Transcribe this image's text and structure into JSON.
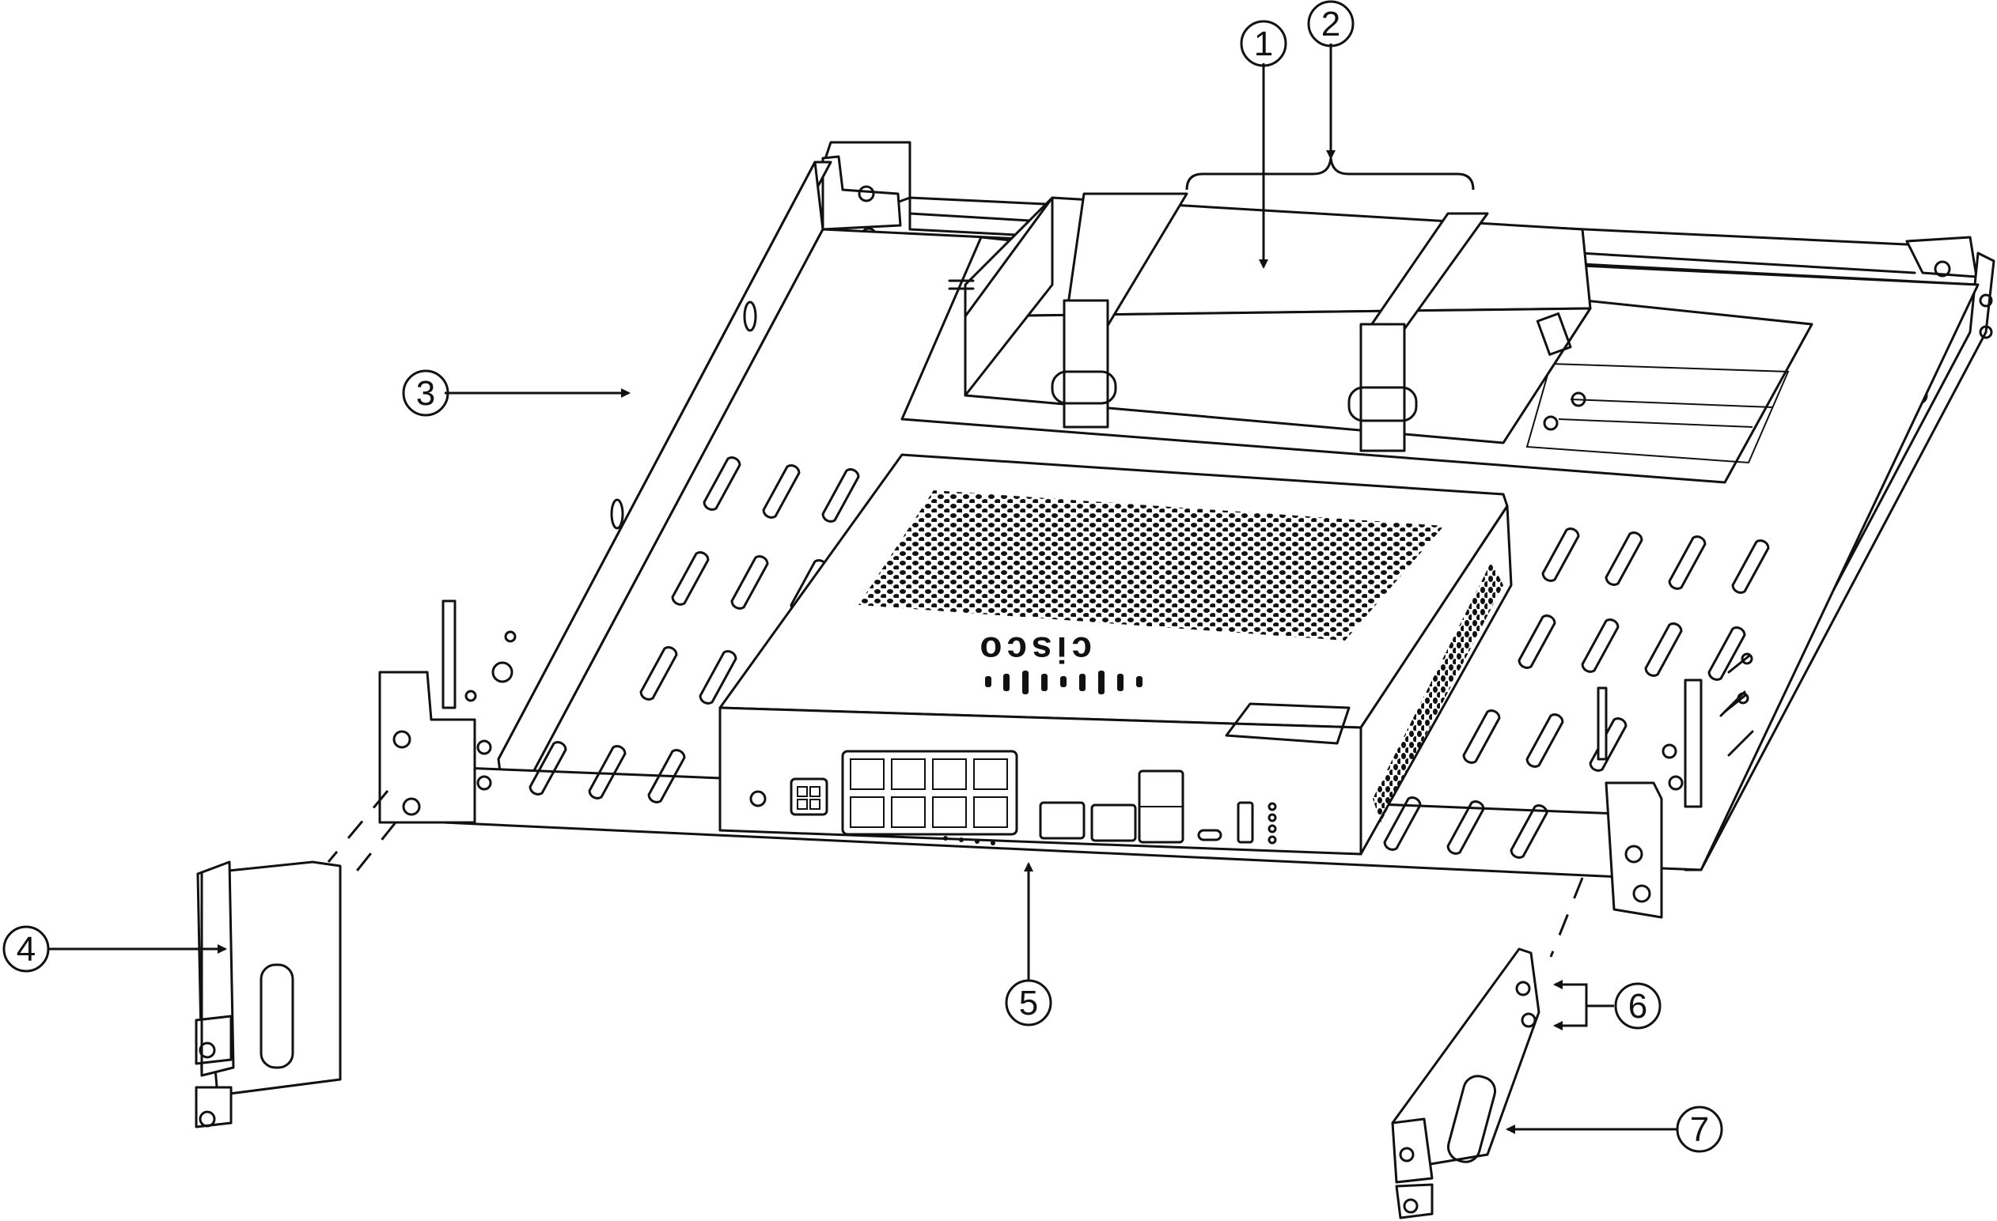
{
  "brand": "cisco",
  "callouts": [
    {
      "id": "1",
      "label": "1"
    },
    {
      "id": "2",
      "label": "2"
    },
    {
      "id": "3",
      "label": "3"
    },
    {
      "id": "4",
      "label": "4"
    },
    {
      "id": "5",
      "label": "5"
    },
    {
      "id": "6",
      "label": "6"
    },
    {
      "id": "7",
      "label": "7"
    }
  ],
  "colors": {
    "line": "#111111",
    "background": "#ffffff"
  }
}
